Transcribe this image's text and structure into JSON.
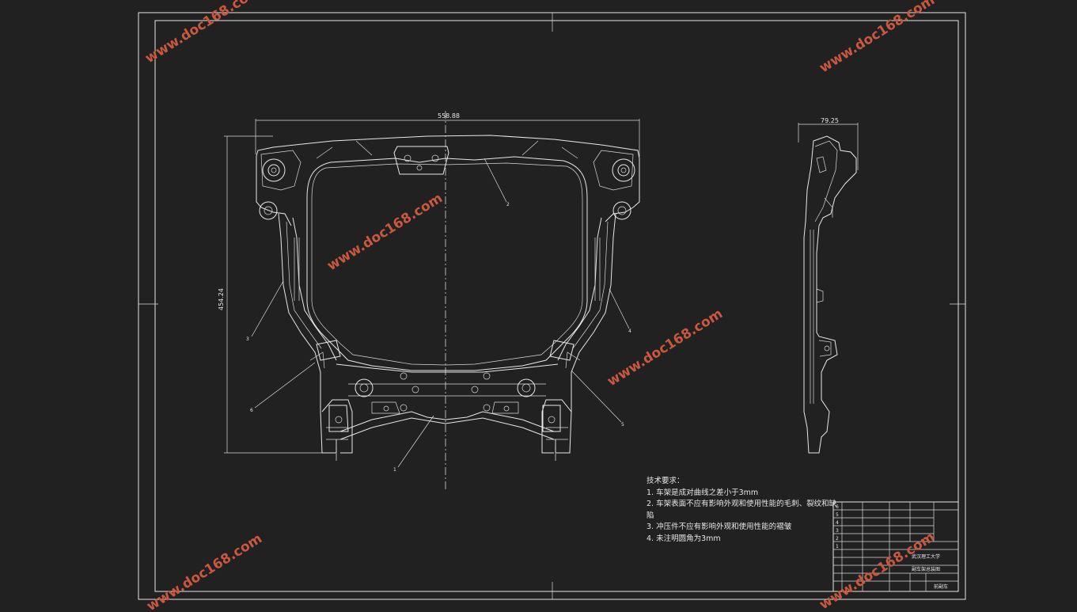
{
  "dimensions": {
    "width": "558.88",
    "height": "454.24",
    "side_width": "79.25"
  },
  "balloons": [
    "1",
    "2",
    "3",
    "4",
    "5",
    "6"
  ],
  "technical_requirements": {
    "title": "技术要求：",
    "items": [
      "1. 车架是成对曲线之差小于3mm",
      "2. 车架表面不应有影响外观和使用性能的毛刺、裂纹和缺",
      "陷",
      "3. 冲压件不应有影响外观和使用性能的褶皱",
      "4. 未注明圆角为3mm"
    ]
  },
  "title_block": {
    "school": "武汉理工大学",
    "drawing_name": "副车架总装图",
    "extra": "前副车",
    "rows": [
      "6",
      "5",
      "4",
      "3",
      "2",
      "1"
    ]
  },
  "watermark": "www.doc168.com",
  "colors": {
    "background": "#212121",
    "lines": "#e8e8e8",
    "watermark": "#c9583f"
  }
}
